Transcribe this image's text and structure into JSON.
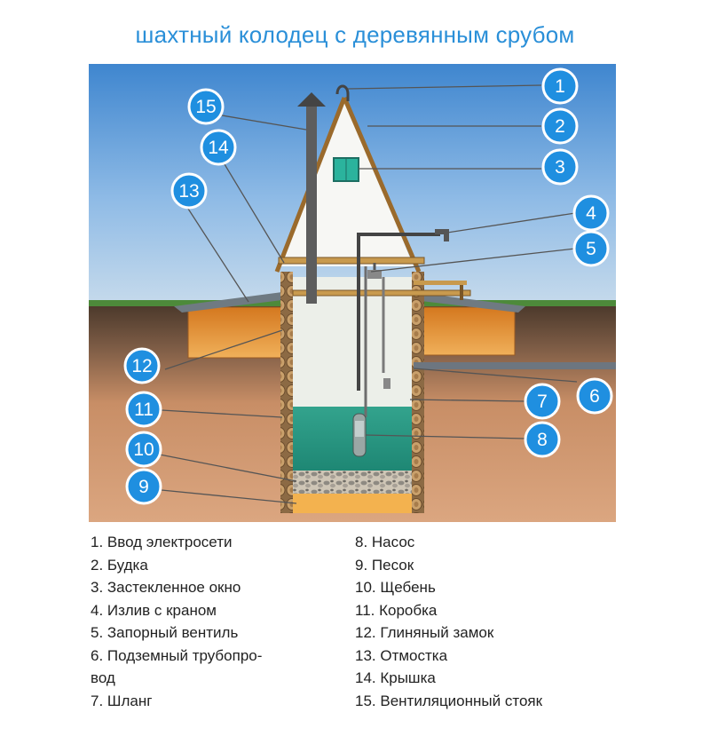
{
  "title": "шахтный колодец с деревянным срубом",
  "callouts": [
    "1",
    "2",
    "3",
    "4",
    "5",
    "6",
    "7",
    "8",
    "9",
    "10",
    "11",
    "12",
    "13",
    "14",
    "15"
  ],
  "legend": [
    "1. Ввод электросети",
    "2. Будка",
    "3. Застекленное окно",
    "4. Излив с краном",
    "5. Запорный вентиль",
    "6. Подземный трубопро-",
    "вод",
    "7. Шланг",
    "8. Насос",
    "9. Песок",
    "10. Щебень",
    "11. Коробка",
    "12. Глиняный замок",
    "13. Отмостка",
    "14. Крышка",
    "15. Вентиляционный стояк"
  ],
  "colors": {
    "title": "#2a8fd8",
    "sky": "#8fbbe6",
    "soil_top": "#5a4636",
    "soil": "#d7a07a",
    "clay": "#e8a35a",
    "water": "#2fa28a",
    "badge": "#1f8fe0"
  }
}
